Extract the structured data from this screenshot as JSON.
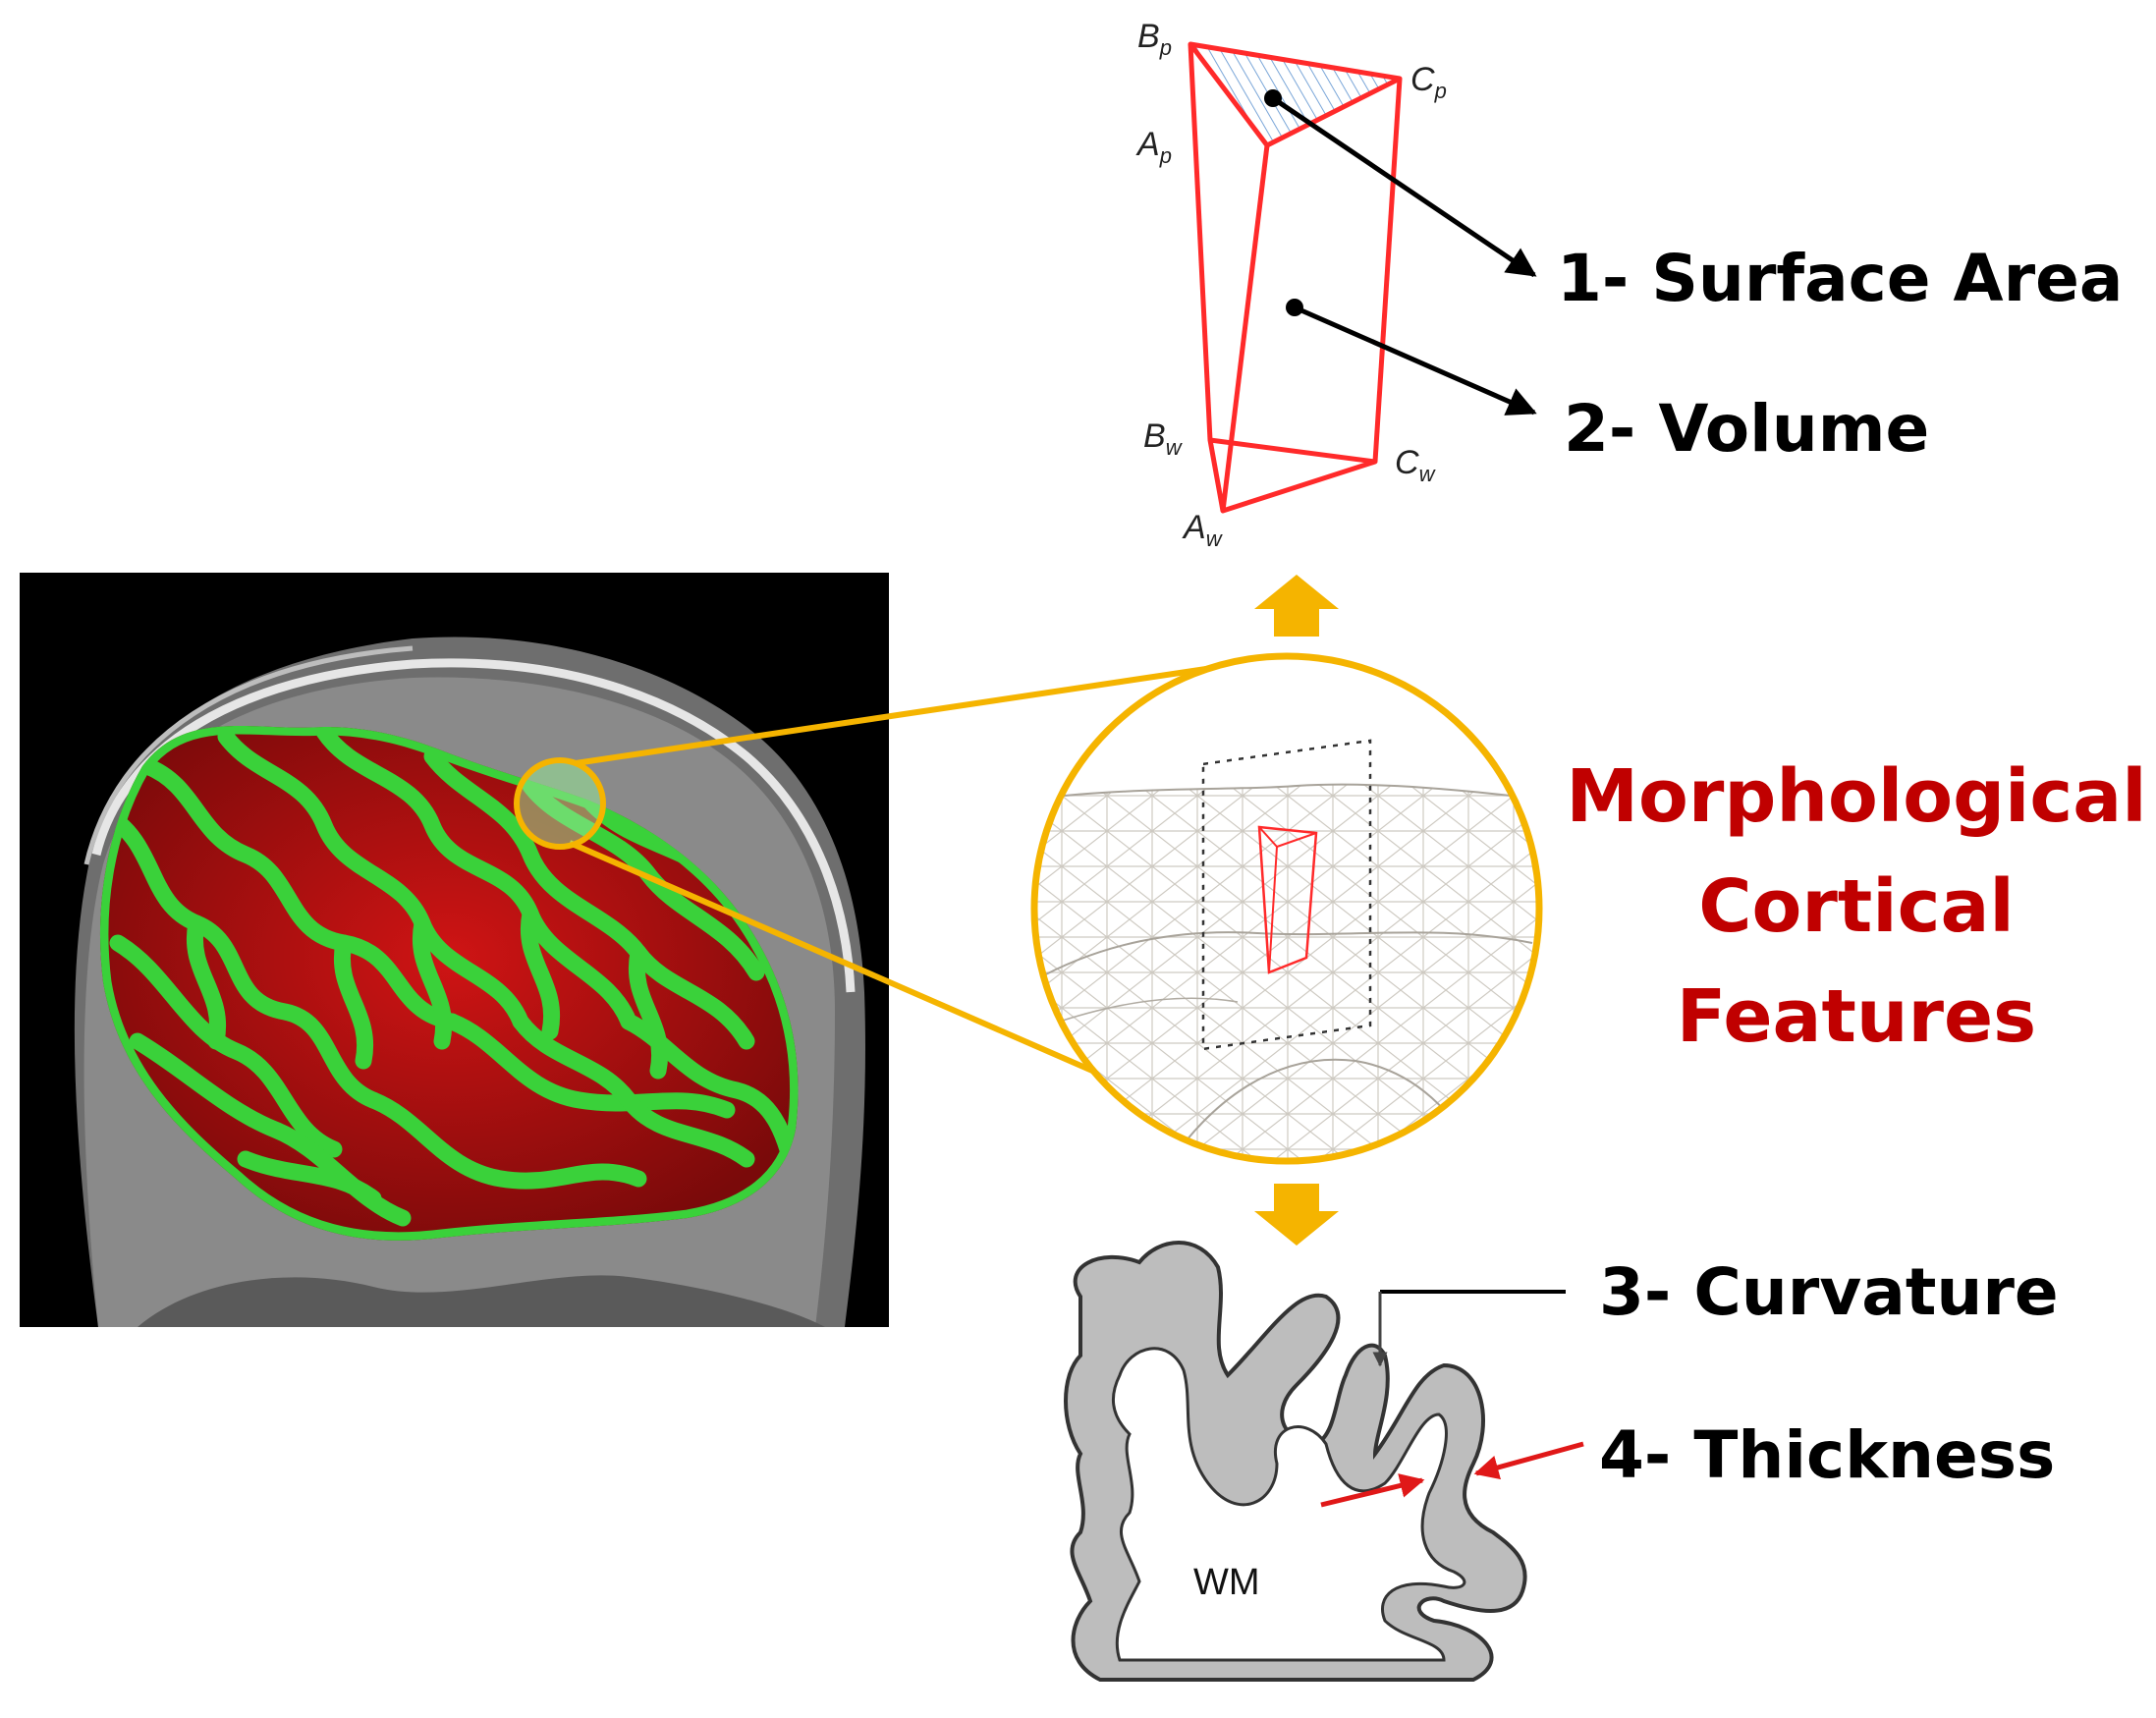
{
  "title": {
    "lines": [
      "Morphological",
      "Cortical",
      "Features"
    ],
    "color": "#C00000"
  },
  "features": [
    {
      "number": "1-",
      "label": "Surface Area"
    },
    {
      "number": "2-",
      "label": "Volume"
    },
    {
      "number": "3-",
      "label": "Curvature"
    },
    {
      "number": "4-",
      "label": "Thickness"
    }
  ],
  "prism_vertices": [
    {
      "letter": "B",
      "sub": "p"
    },
    {
      "letter": "C",
      "sub": "p"
    },
    {
      "letter": "A",
      "sub": "p"
    },
    {
      "letter": "B",
      "sub": "w"
    },
    {
      "letter": "C",
      "sub": "w"
    },
    {
      "letter": "A",
      "sub": "w"
    }
  ],
  "white_matter_label": "WM",
  "colors": {
    "prism": "#ff2a2a",
    "accent_orange": "#f5b400",
    "brain_green": "#3ad13a",
    "brain_red": "#e01818",
    "cortex_gray": "#bdbdbd",
    "thickness_arrow": "#e01818"
  },
  "icons": [
    "arrow-up-icon",
    "arrow-down-icon",
    "pointer-arrow-icon"
  ]
}
